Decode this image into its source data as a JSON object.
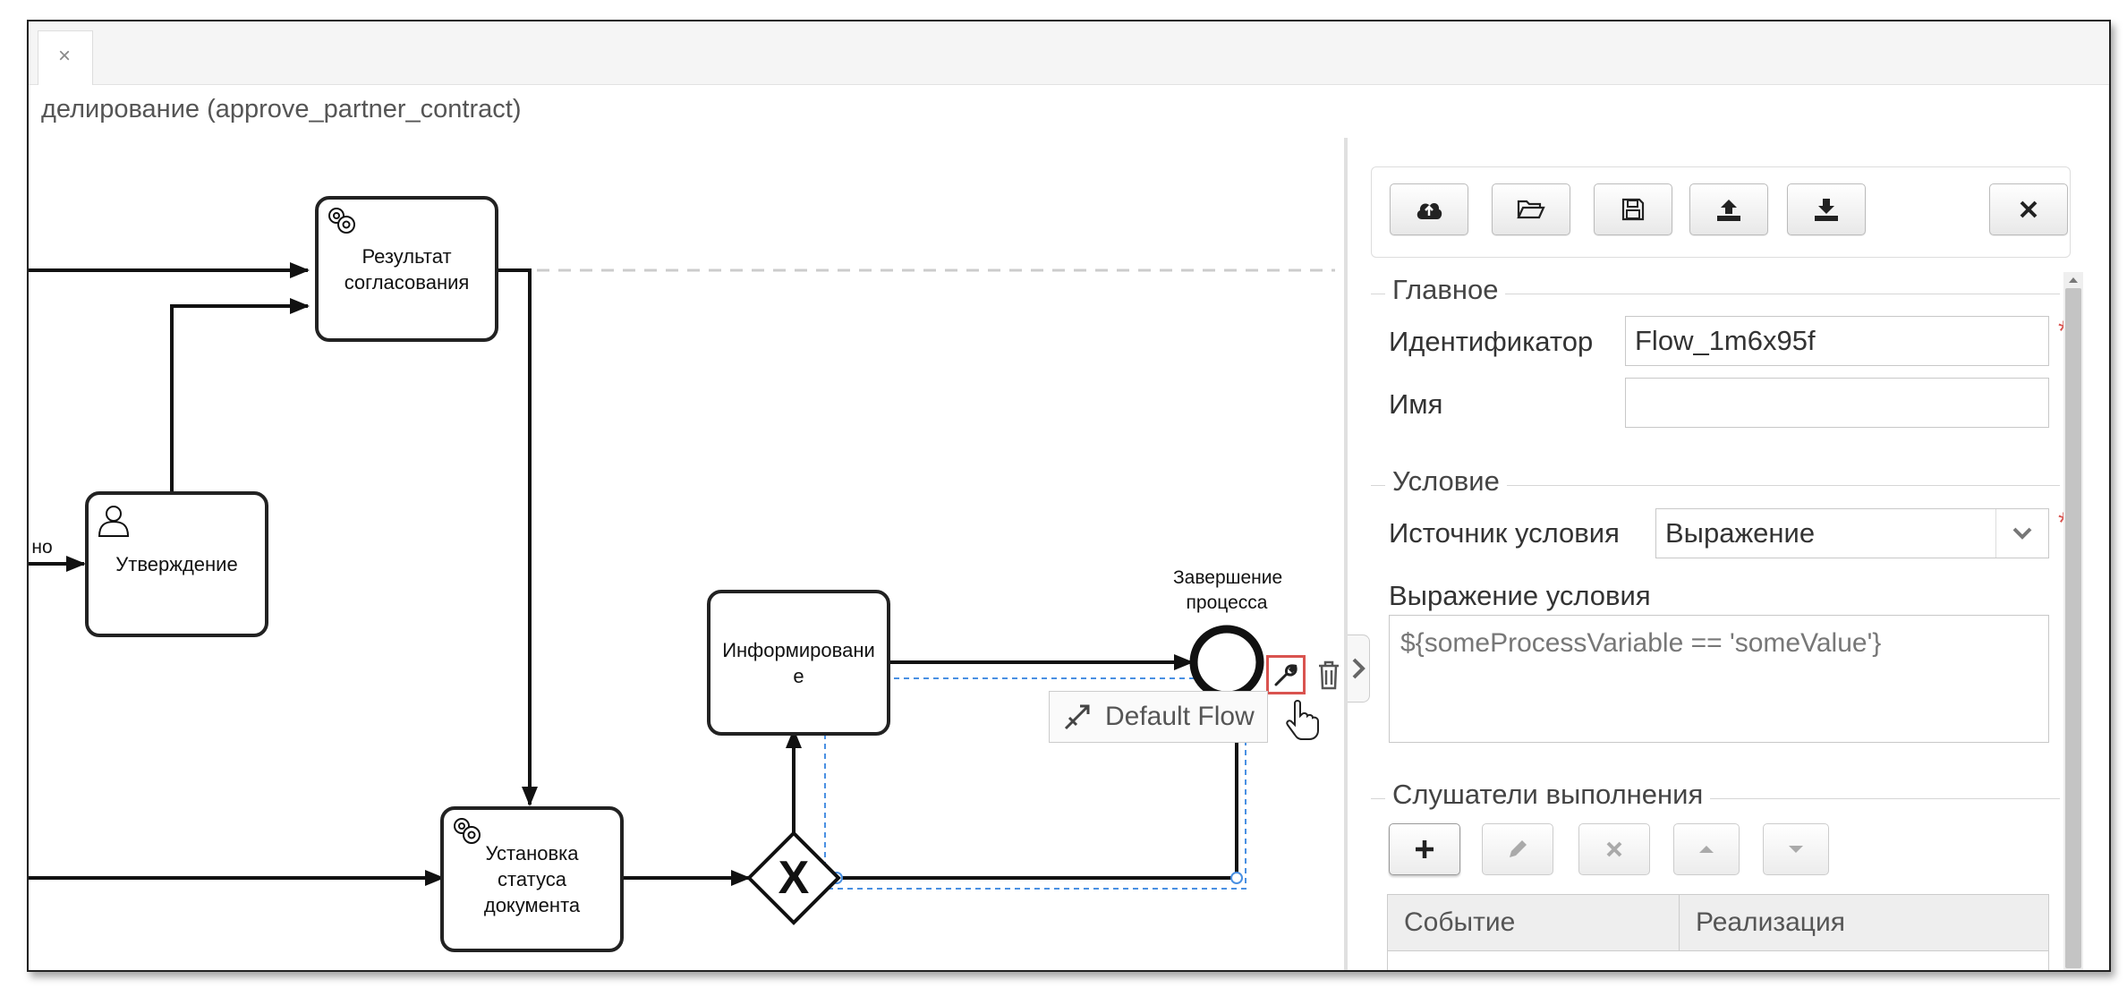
{
  "tab": {
    "close_label": "×"
  },
  "page_title": "делирование (approve_partner_contract)",
  "diagram": {
    "edge_fragment_label": "но",
    "tasks": {
      "result": "Результат согласования",
      "approve": "Утверждение",
      "inform": "Информирование",
      "set_status": "Установка статуса документа"
    },
    "end_event_label": "Завершение процесса",
    "gateway_symbol": "X",
    "tooltip": "Default Flow"
  },
  "panel": {
    "section_main": "Главное",
    "id_label": "Идентификатор",
    "id_value": "Flow_1m6x95f",
    "name_label": "Имя",
    "name_value": "",
    "required_mark": "*",
    "section_condition": "Условие",
    "source_label": "Источник условия",
    "source_value": "Выражение",
    "expr_label": "Выражение условия",
    "expr_placeholder": "${someProcessVariable == 'someValue'}",
    "section_listeners": "Слушатели выполнения",
    "grid_columns": [
      "Событие",
      "Реализация"
    ]
  },
  "colors": {
    "accent_red": "#d9534f",
    "selection_blue": "#4a90e2"
  }
}
